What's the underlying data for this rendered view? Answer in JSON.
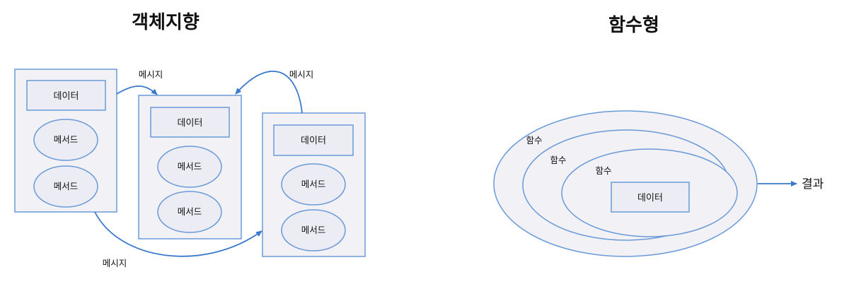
{
  "titles": {
    "oop": "객체지향",
    "functional": "함수형"
  },
  "oop": {
    "objects": [
      {
        "data_label": "데이터",
        "methods": [
          "메서드",
          "메서드"
        ]
      },
      {
        "data_label": "데이터",
        "methods": [
          "메서드",
          "메서드"
        ]
      },
      {
        "data_label": "데이터",
        "methods": [
          "메서드",
          "메서드"
        ]
      }
    ],
    "messages": [
      "메시지",
      "메시지",
      "메시지"
    ]
  },
  "functional": {
    "functions": [
      "함수",
      "함수",
      "함수"
    ],
    "data_label": "데이터",
    "result_label": "결과"
  },
  "colors": {
    "accent_stroke": "#6a9ad8",
    "arrow": "#3a78cc",
    "box_fill": "#f1f1f6"
  }
}
